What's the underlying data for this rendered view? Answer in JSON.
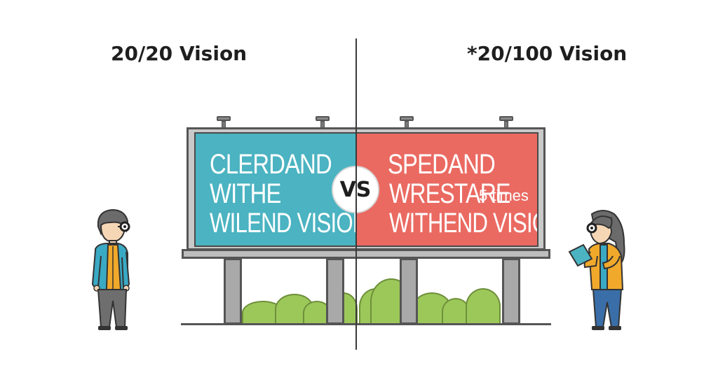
{
  "titles": {
    "left": "20/20 Vision",
    "right": "*20/100 Vision"
  },
  "billboard": {
    "left_panel": {
      "color": "#4bb3c1",
      "lines": [
        "CLERDAND",
        "WITHE",
        "WILEND VISION"
      ]
    },
    "right_panel": {
      "color": "#ea6a62",
      "lines": [
        "SPEDAND",
        "WRESTARE",
        "WITHEND VISION"
      ],
      "note": "5 times"
    },
    "vs_label": "VS"
  },
  "people": {
    "left": {
      "icon": "person-with-glasses-icon",
      "jacket_color": "#3aa9c4",
      "vest_color": "#f1a92b"
    },
    "right": {
      "icon": "person-with-glasses-holding-tablet-icon",
      "jacket_color": "#f1a92b",
      "pants_color": "#3a6ea8"
    }
  },
  "colors": {
    "bush": "#9cc85a",
    "frame": "#555555"
  }
}
